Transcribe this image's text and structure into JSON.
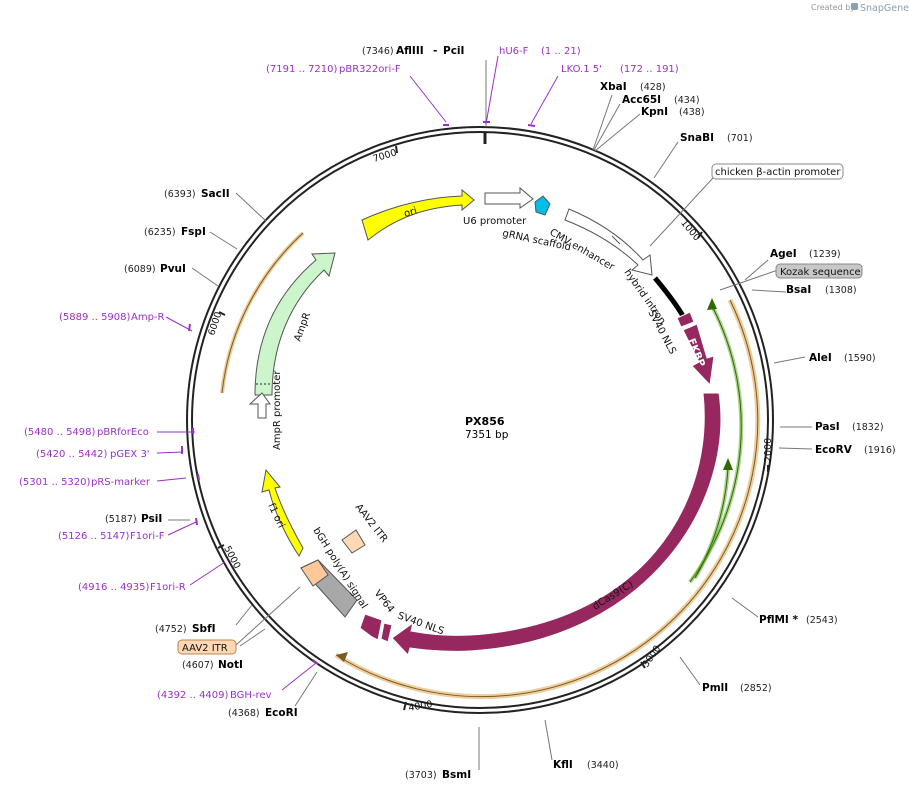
{
  "app": {
    "created_by": "Created by",
    "brand": "SnapGene"
  },
  "plasmid": {
    "name": "PX856",
    "size_label": "7351 bp"
  },
  "ticks": [
    "1000",
    "2000",
    "3000",
    "4000",
    "5000",
    "6000",
    "7000"
  ],
  "enzymes": [
    {
      "name": "AflIII",
      "pos": "(7346)"
    },
    {
      "name": "PciI",
      "pos": ""
    },
    {
      "name": "XbaI",
      "pos": "(428)"
    },
    {
      "name": "Acc65I",
      "pos": "(434)"
    },
    {
      "name": "KpnI",
      "pos": "(438)"
    },
    {
      "name": "SnaBI",
      "pos": "(701)"
    },
    {
      "name": "AgeI",
      "pos": "(1239)"
    },
    {
      "name": "BsaI",
      "pos": "(1308)"
    },
    {
      "name": "AleI",
      "pos": "(1590)"
    },
    {
      "name": "PasI",
      "pos": "(1832)"
    },
    {
      "name": "EcoRV",
      "pos": "(1916)"
    },
    {
      "name": "PflMI *",
      "pos": "(2543)"
    },
    {
      "name": "PmlI",
      "pos": "(2852)"
    },
    {
      "name": "KflI",
      "pos": "(3440)"
    },
    {
      "name": "BsmI",
      "pos": "(3703)"
    },
    {
      "name": "EcoRI",
      "pos": "(4368)"
    },
    {
      "name": "NotI",
      "pos": "(4607)"
    },
    {
      "name": "SbfI",
      "pos": "(4752)"
    },
    {
      "name": "PsiI",
      "pos": "(5187)"
    },
    {
      "name": "PvuI",
      "pos": "(6089)"
    },
    {
      "name": "FspI",
      "pos": "(6235)"
    },
    {
      "name": "SacII",
      "pos": "(6393)"
    }
  ],
  "primers": [
    {
      "name": "hU6-F",
      "range": "(1 .. 21)"
    },
    {
      "name": "LKO.1 5'",
      "range": "(172 .. 191)"
    },
    {
      "name": "pBR322ori-F",
      "range": "(7191 .. 7210)"
    },
    {
      "name": "Amp-R",
      "range": "(5889 .. 5908)"
    },
    {
      "name": "pBRforEco",
      "range": "(5480 .. 5498)"
    },
    {
      "name": "pGEX 3'",
      "range": "(5420 .. 5442)"
    },
    {
      "name": "pRS-marker",
      "range": "(5301 .. 5320)"
    },
    {
      "name": "F1ori-F",
      "range": "(5126 .. 5147)"
    },
    {
      "name": "F1ori-R",
      "range": "(4916 .. 4935)"
    },
    {
      "name": "BGH-rev",
      "range": "(4392 .. 4409)"
    }
  ],
  "boxed_labels": {
    "chicken": "chicken β-actin promoter",
    "kozak": "Kozak sequence",
    "aav2": "AAV2 ITR"
  },
  "features": {
    "ori": "ori",
    "u6": "U6 promoter",
    "grna": "gRNA scaffold",
    "cmv": "CMV enhancer",
    "hybrid": "hybrid intron",
    "sv40a": "SV40 NLS",
    "fkbp": "FKBP",
    "dcas9": "dCas9(C)",
    "sv40b": "SV40 NLS",
    "vp64": "VP64",
    "bgh": "bGH poly(A) signal",
    "aav2itr": "AAV2 ITR",
    "f1ori": "f1 ori",
    "ampr": "AmpR",
    "amprprom": "AmpR promoter"
  },
  "colors": {
    "backbone": "#222222",
    "primer": "#9b30c8",
    "dcas9": "#96285f",
    "ori": "#ffff00",
    "ampr": "#ccf5cc",
    "f1ori": "#ffff00",
    "grna": "#00bfe6",
    "aav2": "#ffd9b3",
    "bgh": "#a8a8a8",
    "orf_orange": "#e0a64a",
    "orf_green": "#55a81a"
  }
}
